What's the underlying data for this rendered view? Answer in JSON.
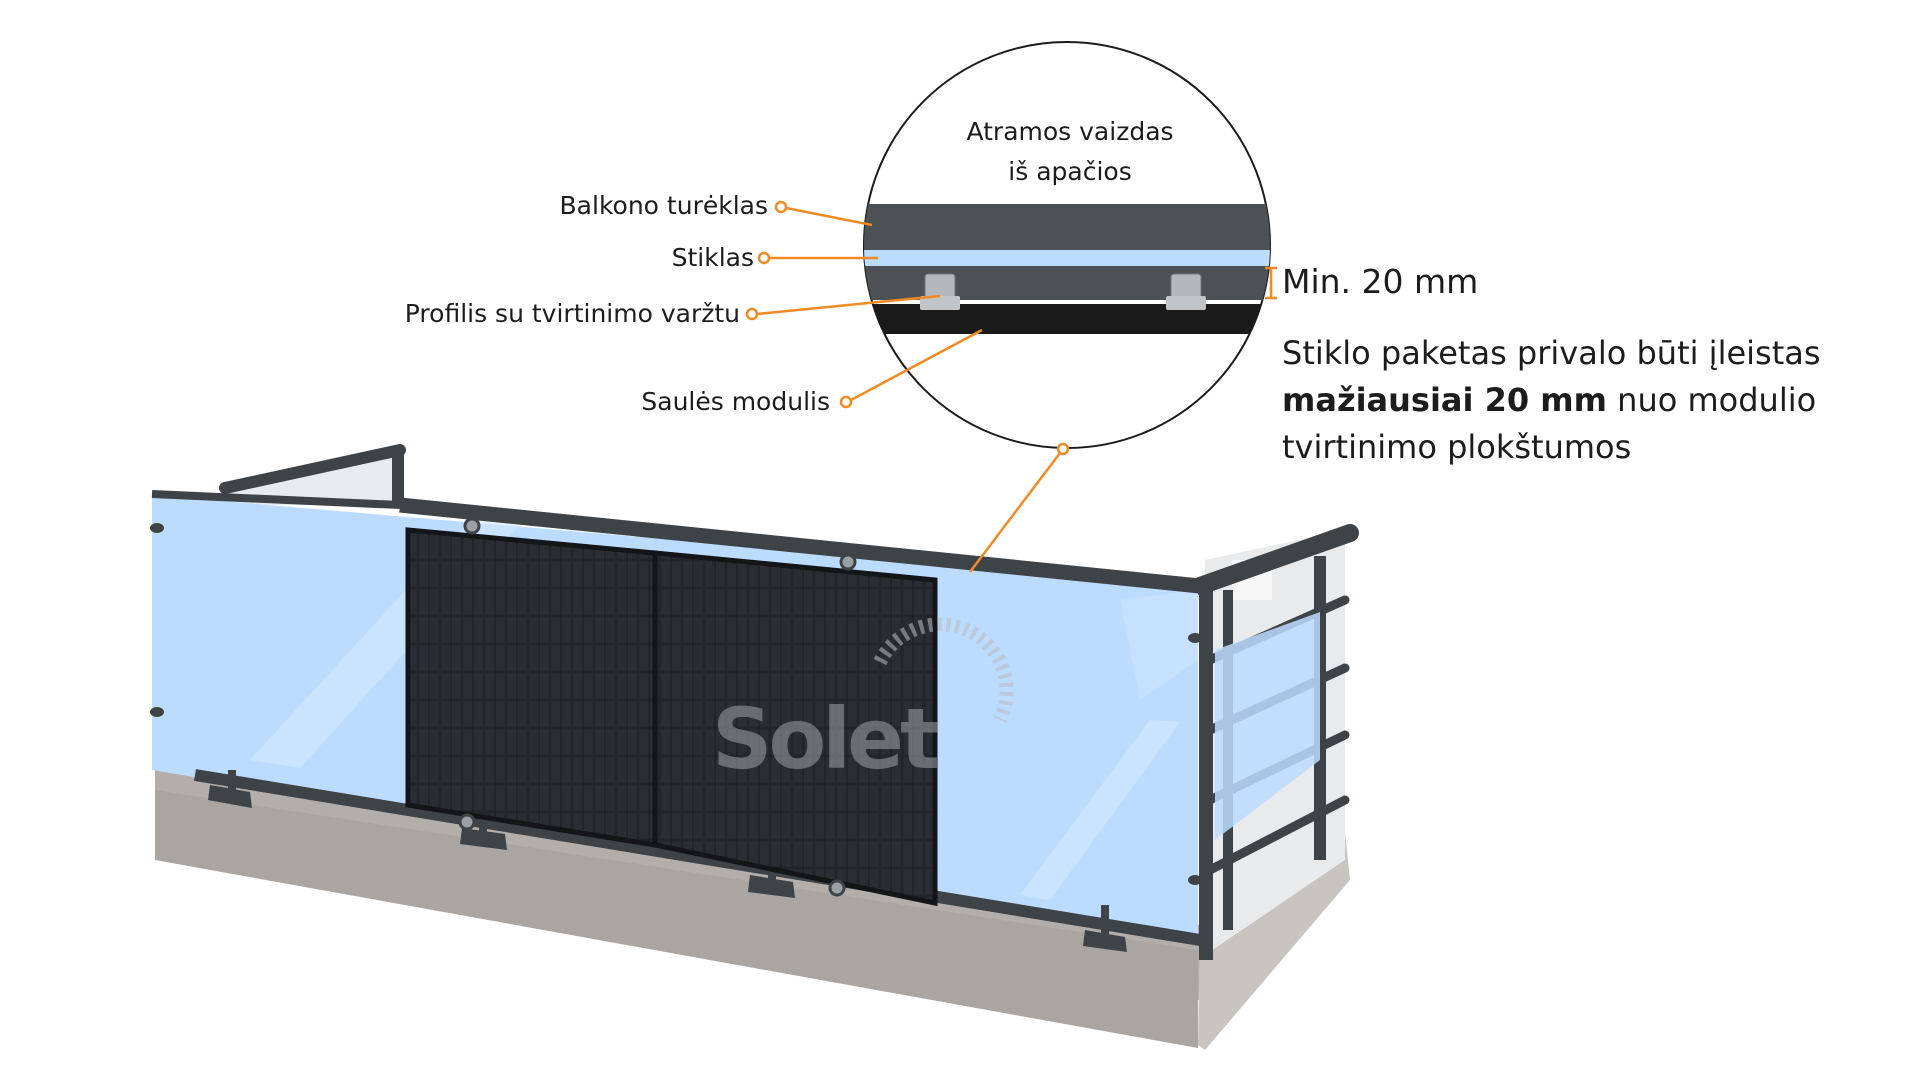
{
  "detail": {
    "title_line1": "Atramos vaizdas",
    "title_line2": "iš apačios"
  },
  "callouts": {
    "railing": "Balkono turėklas",
    "glass": "Stiklas",
    "profile": "Profilis su tvirtinimo varžtu",
    "module": "Saulės modulis"
  },
  "dimension": {
    "label": "Min. 20 mm"
  },
  "note": {
    "part1": "Stiklo paketas privalo būti įleistas ",
    "bold": "mažiausiai 20 mm",
    "part2": " nuo modulio tvirtinimo plokštumos"
  },
  "watermark": "Solet",
  "colors": {
    "accent": "#f08a24",
    "glass": "#bcdcff",
    "rail": "#3d4347",
    "panel": "#1e1f24",
    "floor": "#b3aeaa"
  }
}
